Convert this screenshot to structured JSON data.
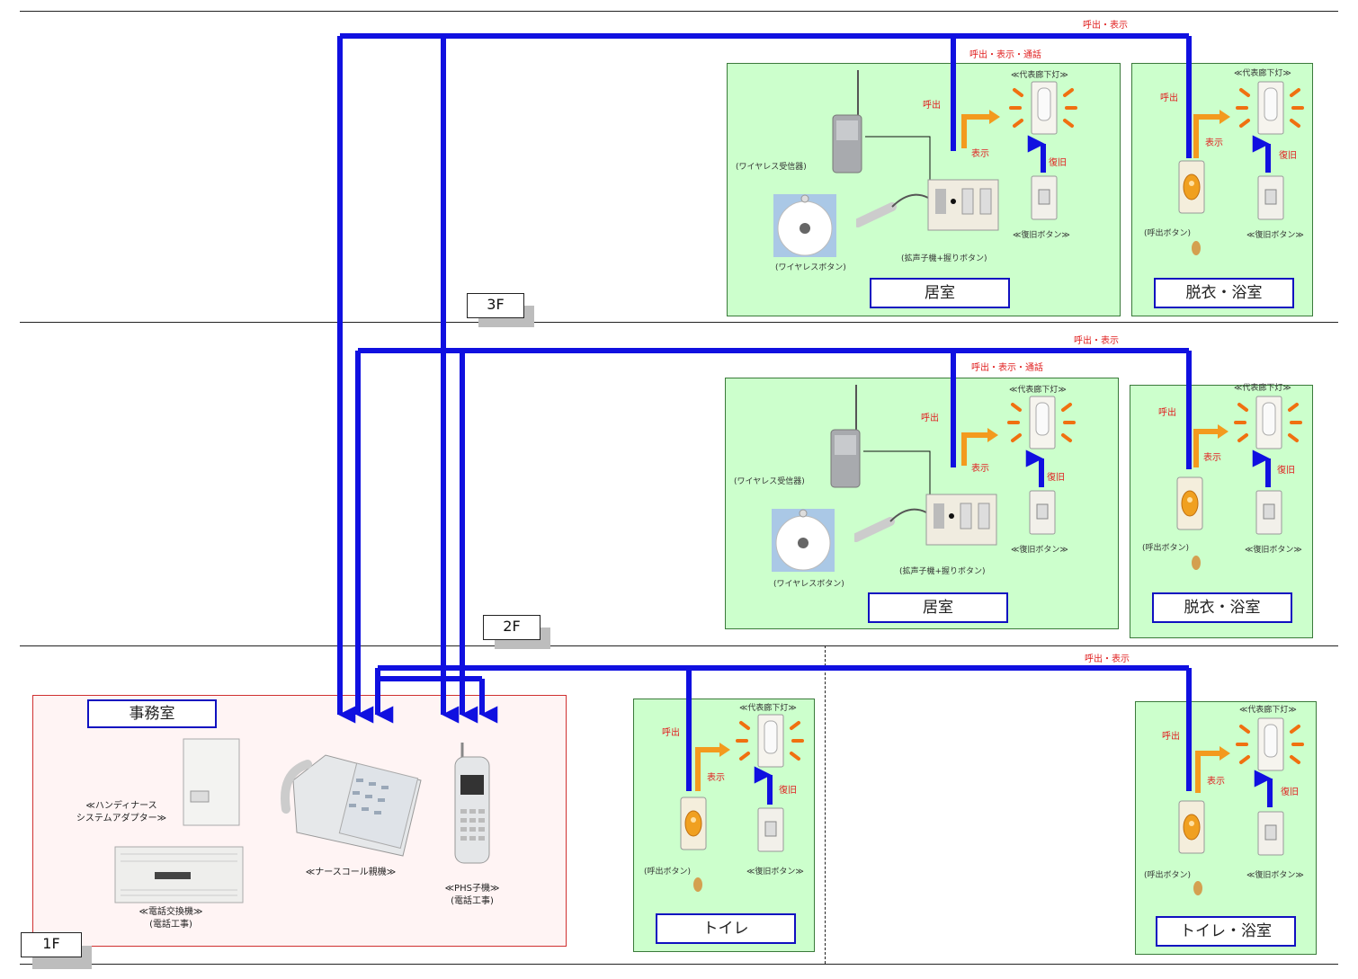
{
  "floors": {
    "f3": "3F",
    "f2": "2F",
    "f1": "1F"
  },
  "rooms": {
    "living": "居室",
    "bath": "脱衣・浴室",
    "office": "事務室",
    "toilet": "トイレ",
    "toilet_bath": "トイレ・浴室"
  },
  "signals": {
    "call_display": "呼出・表示",
    "call_display_talk": "呼出・表示・通話",
    "call": "呼出",
    "display": "表示",
    "reset": "復旧"
  },
  "devices": {
    "corridor_light": "≪代表廊下灯≫",
    "reset_button": "≪復旧ボタン≫",
    "call_button": "(呼出ボタン)",
    "wireless_receiver": "(ワイヤレス受信器)",
    "wireless_button": "(ワイヤレスボタン)",
    "speaker_handset": "(拡声子機+握りボタン)",
    "handy_adapter_1": "≪ハンディナース",
    "handy_adapter_2": "システムアダプター≫",
    "nurse_call_main": "≪ナースコール親機≫",
    "pbx_1": "≪電話交換機≫",
    "pbx_2": "(電話工事)",
    "phs_1": "≪PHS子機≫",
    "phs_2": "(電話工事)"
  },
  "colors": {
    "wire": "#1010e0",
    "signal": "#f39a1e",
    "room_bg": "#ccffcc",
    "office_border": "#d03030"
  }
}
